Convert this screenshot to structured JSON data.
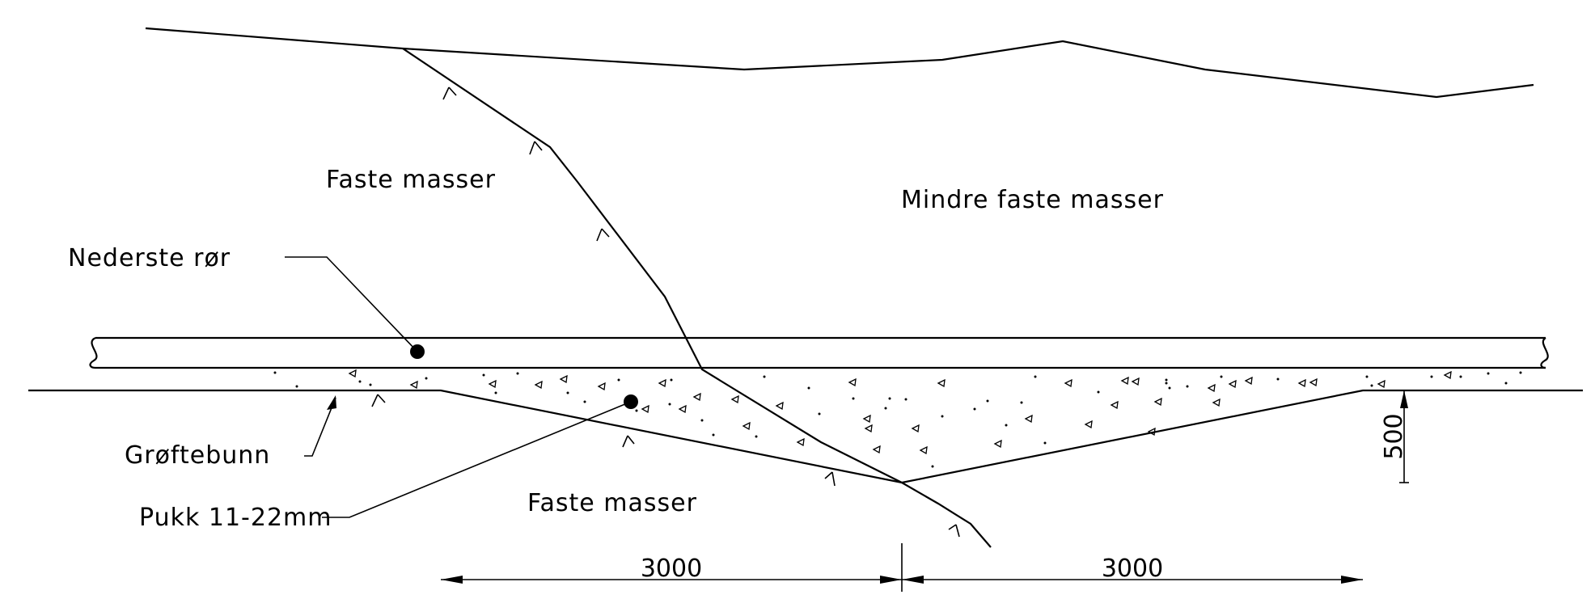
{
  "labels": {
    "faste_masser_top": "Faste masser",
    "mindre_faste_masser": "Mindre faste masser",
    "nederste_ror": "Nederste rør",
    "groftebunn": "Grøftebunn",
    "pukk": "Pukk 11-22mm",
    "faste_masser_bottom": "Faste masser"
  },
  "dimensions": {
    "left_span": "3000",
    "right_span": "3000",
    "depth": "500"
  }
}
